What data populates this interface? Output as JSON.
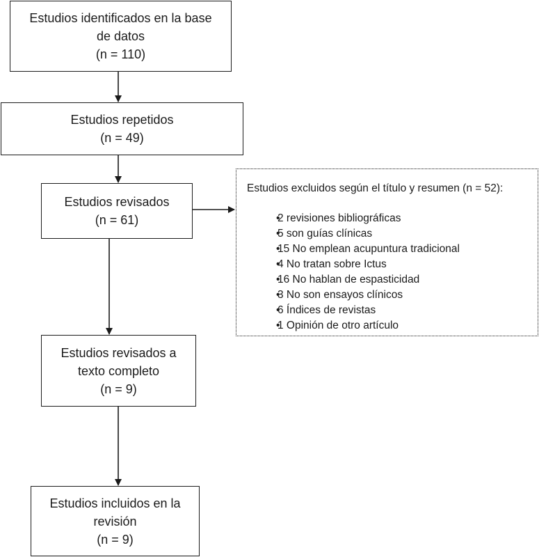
{
  "flow": {
    "identified": {
      "line1": "Estudios identificados en la base",
      "line2": "de datos",
      "count": "(n = 110)"
    },
    "duplicates": {
      "line1": "Estudios repetidos",
      "count": "(n = 49)"
    },
    "screened": {
      "line1": "Estudios revisados",
      "count": "(n = 61)"
    },
    "fulltext": {
      "line1": "Estudios revisados a",
      "line2": "texto completo",
      "count": "(n = 9)"
    },
    "included": {
      "line1": "Estudios incluidos en la",
      "line2": "revisión",
      "count": "(n = 9)"
    }
  },
  "excluded": {
    "title": "Estudios excluidos según el título y resumen (n = 52):",
    "bullet": "•",
    "items": [
      "2 revisiones bibliográficas",
      "5  son guías clínicas",
      "15 No emplean acupuntura tradicional",
      "4  No tratan sobre Ictus",
      "16 No hablan de espasticidad",
      "3  No son ensayos clínicos",
      "6  Índices de revistas",
      "1 Opinión de otro artículo"
    ]
  }
}
